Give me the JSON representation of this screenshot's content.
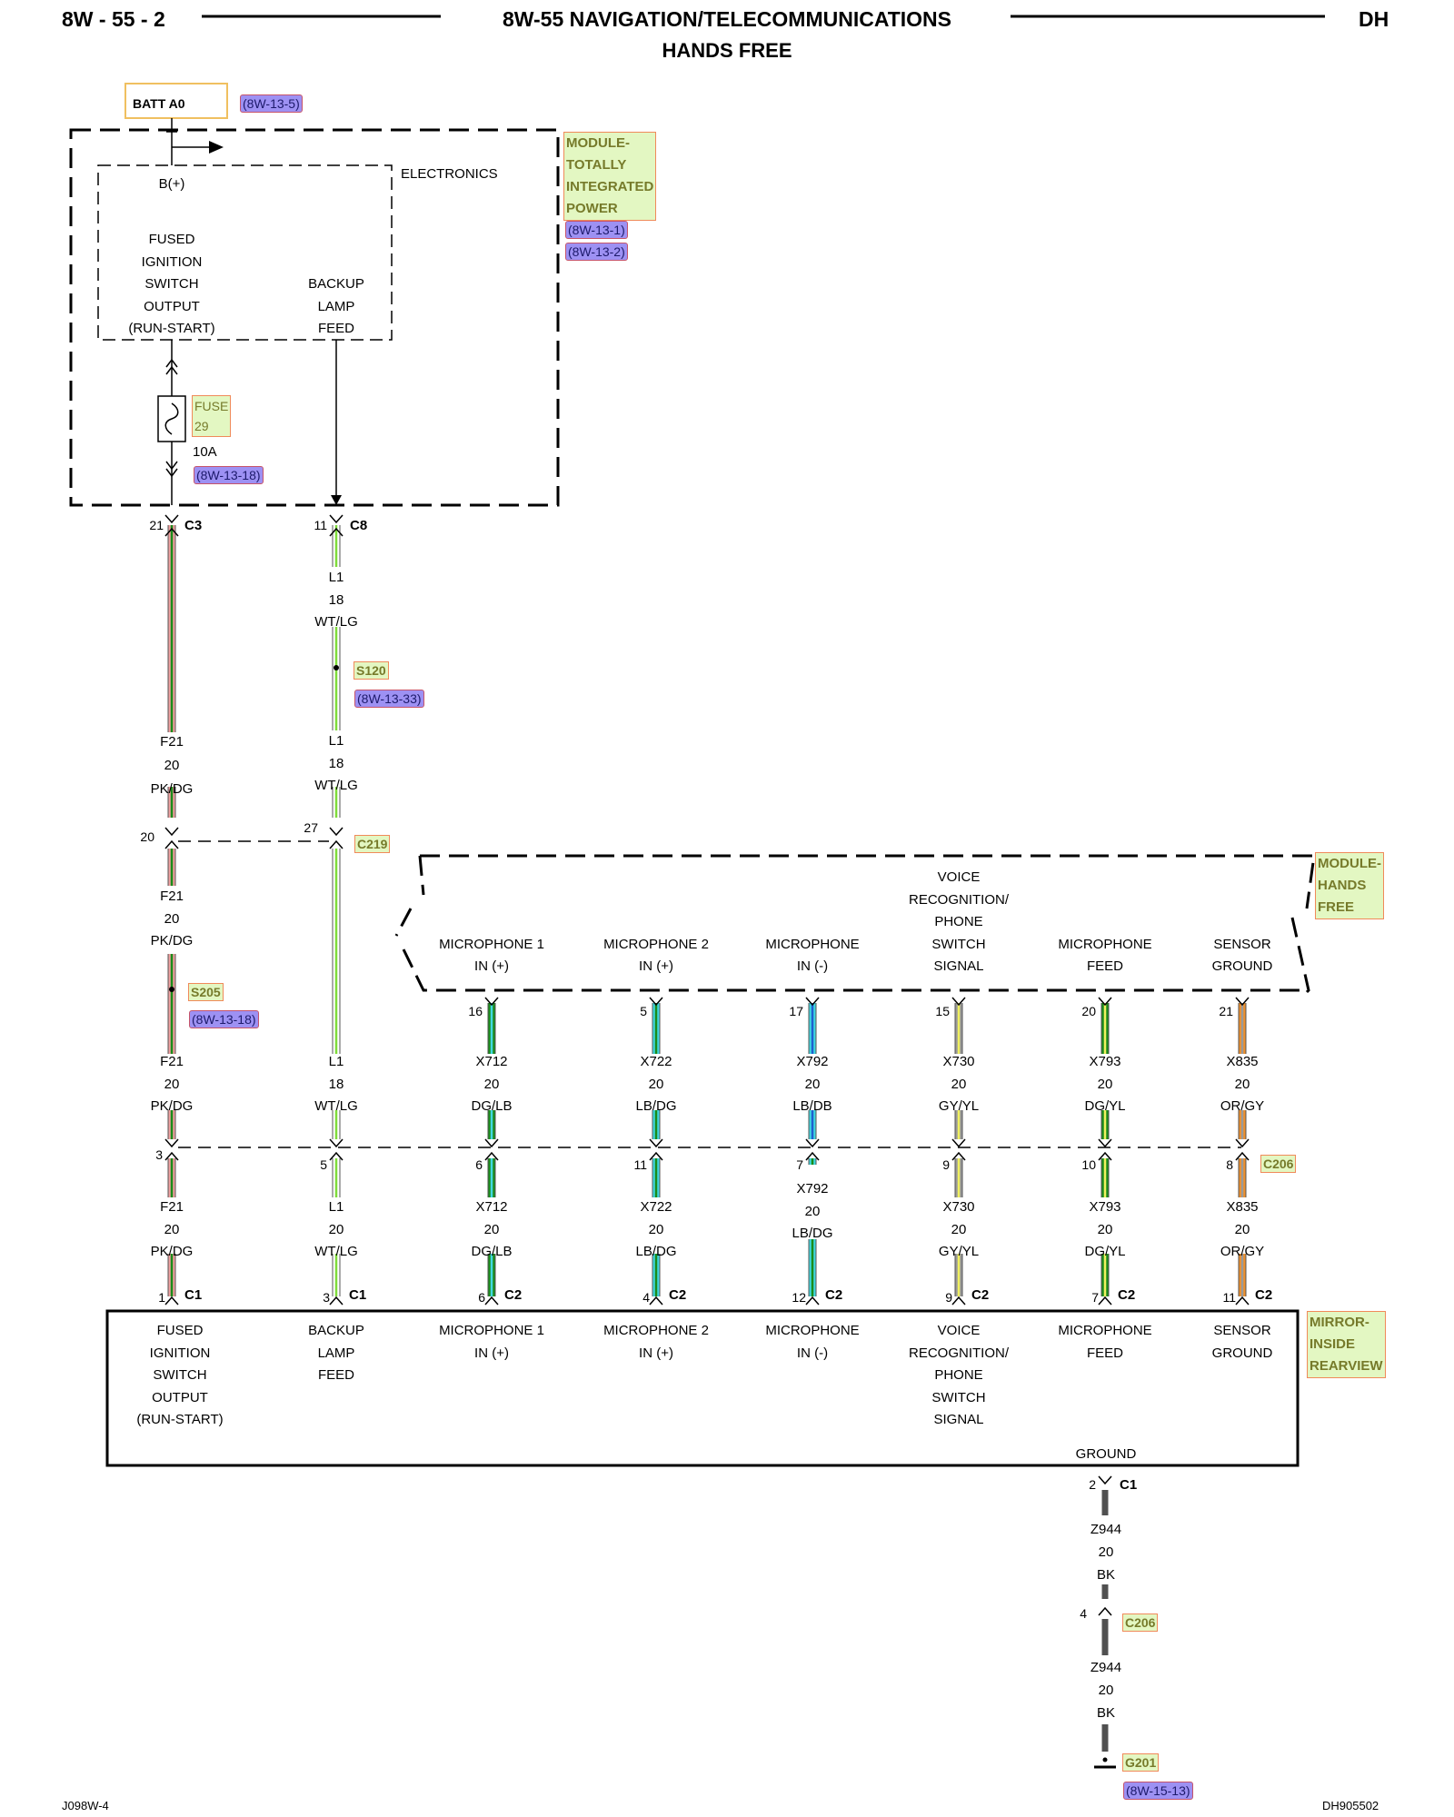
{
  "header": {
    "page_number": "8W - 55 - 2",
    "title": "8W-55 NAVIGATION/TELECOMMUNICATIONS",
    "subtitle": "HANDS FREE",
    "code": "DH"
  },
  "footer": {
    "left": "J098W-4",
    "right": "DH905502"
  },
  "batt": {
    "label": "BATT A0",
    "ref": "(8W-13-5)"
  },
  "tipm": {
    "name_lines": [
      "MODULE-",
      "TOTALLY",
      "INTEGRATED",
      "POWER"
    ],
    "refs": [
      "(8W-13-1)",
      "(8W-13-2)"
    ],
    "electronics": "ELECTRONICS",
    "bplus": "B(+)",
    "fused_lines": [
      "FUSED",
      "IGNITION",
      "SWITCH",
      "OUTPUT",
      "(RUN-START)"
    ],
    "backup_lines": [
      "BACKUP",
      "LAMP",
      "FEED"
    ],
    "fuse_label": "FUSE",
    "fuse_number": "29",
    "fuse_rating": "10A",
    "fuse_ref": "(8W-13-18)"
  },
  "tipm_connectors": {
    "c3_pin": "21",
    "c3_label": "C3",
    "c8_pin": "11",
    "c8_label": "C8"
  },
  "wire_L1_top": {
    "circuit": "L1",
    "gauge": "18",
    "color": "WT/LG"
  },
  "splice_s120": {
    "label": "S120",
    "ref": "(8W-13-33)"
  },
  "wire_L1_mid": {
    "circuit": "L1",
    "gauge": "18",
    "color": "WT/LG"
  },
  "wire_F21_top": {
    "circuit": "F21",
    "gauge": "20",
    "color": "PK/DG"
  },
  "c219": {
    "label": "C219",
    "pin_f21": "20",
    "pin_l1": "27"
  },
  "wire_F21_mid": {
    "circuit": "F21",
    "gauge": "20",
    "color": "PK/DG"
  },
  "splice_s205": {
    "label": "S205",
    "ref": "(8W-13-18)"
  },
  "hands_free": {
    "name_lines": [
      "MODULE-",
      "HANDS",
      "FREE"
    ],
    "pins": [
      {
        "label_lines": [
          "MICROPHONE 1",
          "IN (+)"
        ],
        "pin": "16"
      },
      {
        "label_lines": [
          "MICROPHONE 2",
          "IN (+)"
        ],
        "pin": "5"
      },
      {
        "label_lines": [
          "MICROPHONE",
          "IN (-)"
        ],
        "pin": "17"
      },
      {
        "label_lines": [
          "VOICE",
          "RECOGNITION/",
          "PHONE",
          "SWITCH",
          "SIGNAL"
        ],
        "pin": "15"
      },
      {
        "label_lines": [
          "MICROPHONE",
          "FEED"
        ],
        "pin": "20"
      },
      {
        "label_lines": [
          "SENSOR",
          "GROUND"
        ],
        "pin": "21"
      }
    ]
  },
  "upper_wires": [
    {
      "circuit": "F21",
      "gauge": "20",
      "color": "PK/DG"
    },
    {
      "circuit": "L1",
      "gauge": "18",
      "color": "WT/LG"
    },
    {
      "circuit": "X712",
      "gauge": "20",
      "color": "DG/LB"
    },
    {
      "circuit": "X722",
      "gauge": "20",
      "color": "LB/DG"
    },
    {
      "circuit": "X792",
      "gauge": "20",
      "color": "LB/DB"
    },
    {
      "circuit": "X730",
      "gauge": "20",
      "color": "GY/YL"
    },
    {
      "circuit": "X793",
      "gauge": "20",
      "color": "DG/YL"
    },
    {
      "circuit": "X835",
      "gauge": "20",
      "color": "OR/GY"
    }
  ],
  "c206": {
    "label": "C206",
    "pins": [
      "3",
      "5",
      "6",
      "11",
      "7",
      "9",
      "10",
      "8"
    ]
  },
  "lower_wires": [
    {
      "circuit": "F21",
      "gauge": "20",
      "color": "PK/DG"
    },
    {
      "circuit": "L1",
      "gauge": "20",
      "color": "WT/LG"
    },
    {
      "circuit": "X712",
      "gauge": "20",
      "color": "DG/LB"
    },
    {
      "circuit": "X722",
      "gauge": "20",
      "color": "LB/DG"
    },
    {
      "circuit": "X792",
      "gauge": "20",
      "color": "LB/DG"
    },
    {
      "circuit": "X730",
      "gauge": "20",
      "color": "GY/YL"
    },
    {
      "circuit": "X793",
      "gauge": "20",
      "color": "DG/YL"
    },
    {
      "circuit": "X835",
      "gauge": "20",
      "color": "OR/GY"
    }
  ],
  "mirror_connectors": [
    {
      "pin": "1",
      "conn": "C1"
    },
    {
      "pin": "3",
      "conn": "C1"
    },
    {
      "pin": "6",
      "conn": "C2"
    },
    {
      "pin": "4",
      "conn": "C2"
    },
    {
      "pin": "12",
      "conn": "C2"
    },
    {
      "pin": "9",
      "conn": "C2"
    },
    {
      "pin": "7",
      "conn": "C2"
    },
    {
      "pin": "11",
      "conn": "C2"
    }
  ],
  "mirror": {
    "name_lines": [
      "MIRROR-",
      "INSIDE",
      "REARVIEW"
    ],
    "pin_labels": [
      [
        "FUSED",
        "IGNITION",
        "SWITCH",
        "OUTPUT",
        "(RUN-START)"
      ],
      [
        "BACKUP",
        "LAMP",
        "FEED"
      ],
      [
        "MICROPHONE 1",
        "IN (+)"
      ],
      [
        "MICROPHONE 2",
        "IN (+)"
      ],
      [
        "MICROPHONE",
        "IN (-)"
      ],
      [
        "VOICE",
        "RECOGNITION/",
        "PHONE",
        "SWITCH",
        "SIGNAL"
      ],
      [
        "MICROPHONE",
        "FEED"
      ],
      [
        "SENSOR",
        "GROUND"
      ]
    ],
    "ground_label": "GROUND"
  },
  "ground": {
    "c1_pin": "2",
    "c1_label": "C1",
    "wire_top": {
      "circuit": "Z944",
      "gauge": "20",
      "color": "BK"
    },
    "c206_pin": "4",
    "c206_label": "C206",
    "wire_bottom": {
      "circuit": "Z944",
      "gauge": "20",
      "color": "BK"
    },
    "g201_label": "G201",
    "g201_ref": "(8W-15-13)"
  },
  "colors": {
    "PK": "#f0a0a0",
    "DG": "#1a8c1a",
    "WT": "#ffffff",
    "LG": "#7fdc3a",
    "LB": "#40d8e0",
    "DB": "#1f5fd0",
    "GY": "#9a9a9a",
    "YL": "#f0f060",
    "OR": "#f0902a",
    "BK": "#505050"
  }
}
